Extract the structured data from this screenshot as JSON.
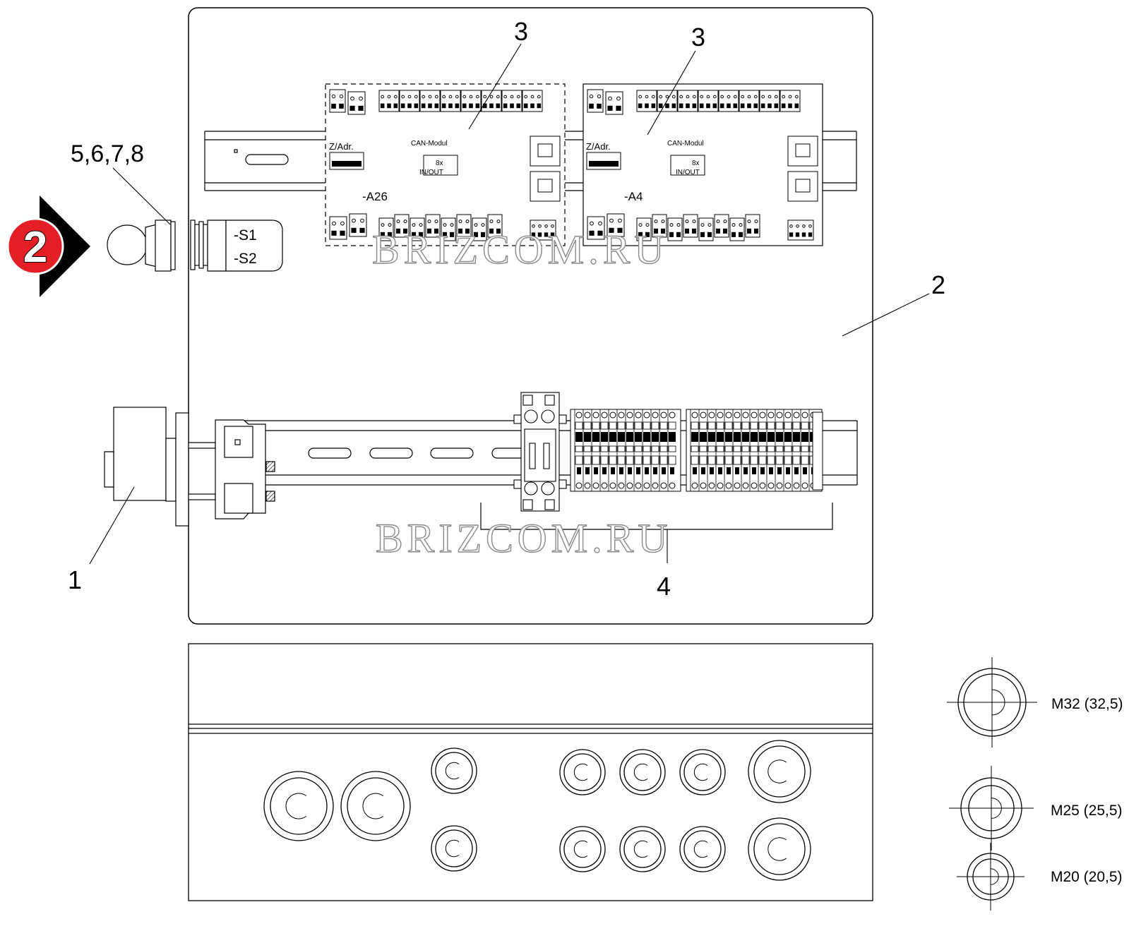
{
  "callouts": {
    "c1": "1",
    "c2": "2",
    "c3a": "3",
    "c3b": "3",
    "c4": "4",
    "c5678": "5,6,7,8"
  },
  "marker": {
    "label": "2",
    "color": "#e31e24",
    "arrow_color": "#000000"
  },
  "switch": {
    "s1": "-S1",
    "s2": "-S2"
  },
  "modules": [
    {
      "designation": "-A26",
      "addr_label": "Z/Adr.",
      "title": "CAN-Modul",
      "io_count": "8x",
      "io_label": "IN/OUT"
    },
    {
      "designation": "-A4",
      "addr_label": "Z/Adr.",
      "title": "CAN-Modul",
      "io_count": "8x",
      "io_label": "IN/OUT"
    }
  ],
  "glands": [
    {
      "label": "M32 (32,5)"
    },
    {
      "label": "M25 (25,5)"
    },
    {
      "label": "M20 (20,5)"
    }
  ],
  "watermark": "BRIZCOM.RU"
}
